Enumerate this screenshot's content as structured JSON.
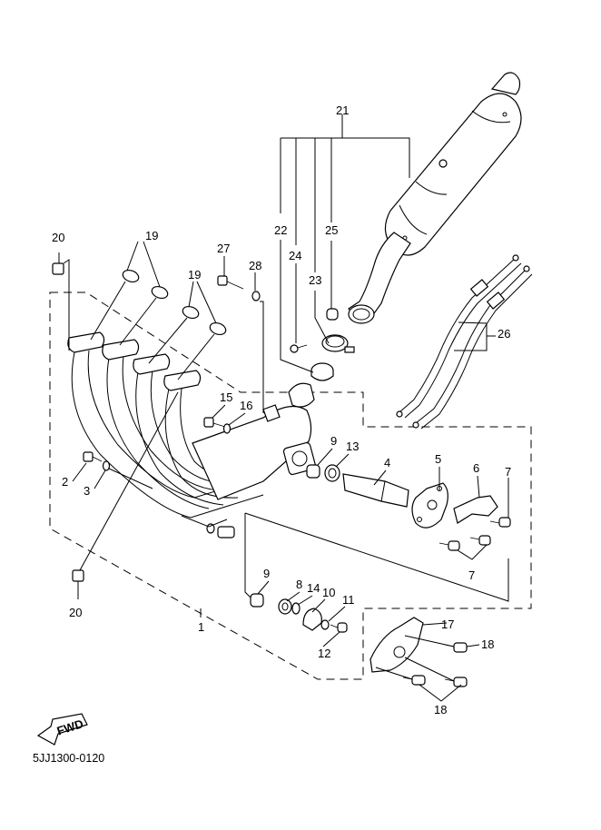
{
  "diagram": {
    "title": "Exhaust system exploded parts diagram",
    "drawing_code": "5JJ1300-0120",
    "fwd_label": "FWD",
    "callouts": [
      {
        "id": "c1",
        "text": "1"
      },
      {
        "id": "c2",
        "text": "2"
      },
      {
        "id": "c3",
        "text": "3"
      },
      {
        "id": "c4",
        "text": "4"
      },
      {
        "id": "c5",
        "text": "5"
      },
      {
        "id": "c6",
        "text": "6"
      },
      {
        "id": "c7a",
        "text": "7"
      },
      {
        "id": "c7b",
        "text": "7"
      },
      {
        "id": "c8",
        "text": "8"
      },
      {
        "id": "c9a",
        "text": "9"
      },
      {
        "id": "c9b",
        "text": "9"
      },
      {
        "id": "c10",
        "text": "10"
      },
      {
        "id": "c11",
        "text": "11"
      },
      {
        "id": "c12",
        "text": "12"
      },
      {
        "id": "c13",
        "text": "13"
      },
      {
        "id": "c14",
        "text": "14"
      },
      {
        "id": "c15",
        "text": "15"
      },
      {
        "id": "c16",
        "text": "16"
      },
      {
        "id": "c17",
        "text": "17"
      },
      {
        "id": "c18a",
        "text": "18"
      },
      {
        "id": "c18b",
        "text": "18"
      },
      {
        "id": "c19a",
        "text": "19"
      },
      {
        "id": "c19b",
        "text": "19"
      },
      {
        "id": "c20a",
        "text": "20"
      },
      {
        "id": "c20b",
        "text": "20"
      },
      {
        "id": "c21",
        "text": "21"
      },
      {
        "id": "c22",
        "text": "22"
      },
      {
        "id": "c23",
        "text": "23"
      },
      {
        "id": "c24",
        "text": "24"
      },
      {
        "id": "c25",
        "text": "25"
      },
      {
        "id": "c26",
        "text": "26"
      },
      {
        "id": "c27",
        "text": "27"
      },
      {
        "id": "c28",
        "text": "28"
      }
    ],
    "parts": [
      {
        "ref": "1",
        "name": "exhaust-pipe-assembly"
      },
      {
        "ref": "2",
        "name": "bolt"
      },
      {
        "ref": "3",
        "name": "washer"
      },
      {
        "ref": "4",
        "name": "exup-valve-shaft"
      },
      {
        "ref": "5",
        "name": "exup-pulley"
      },
      {
        "ref": "6",
        "name": "bracket"
      },
      {
        "ref": "7",
        "name": "screw"
      },
      {
        "ref": "8",
        "name": "washer"
      },
      {
        "ref": "9",
        "name": "bushing"
      },
      {
        "ref": "10",
        "name": "lever"
      },
      {
        "ref": "11",
        "name": "washer"
      },
      {
        "ref": "12",
        "name": "bolt"
      },
      {
        "ref": "13",
        "name": "seal"
      },
      {
        "ref": "14",
        "name": "spring-washer"
      },
      {
        "ref": "15",
        "name": "bolt"
      },
      {
        "ref": "16",
        "name": "washer"
      },
      {
        "ref": "17",
        "name": "pulley-cover"
      },
      {
        "ref": "18",
        "name": "screw"
      },
      {
        "ref": "19",
        "name": "gasket"
      },
      {
        "ref": "20",
        "name": "nut"
      },
      {
        "ref": "21",
        "name": "muffler"
      },
      {
        "ref": "22",
        "name": "gasket"
      },
      {
        "ref": "23",
        "name": "clamp"
      },
      {
        "ref": "24",
        "name": "bolt"
      },
      {
        "ref": "25",
        "name": "damper"
      },
      {
        "ref": "26",
        "name": "exup-cable-set"
      },
      {
        "ref": "27",
        "name": "bolt"
      },
      {
        "ref": "28",
        "name": "washer"
      }
    ]
  }
}
